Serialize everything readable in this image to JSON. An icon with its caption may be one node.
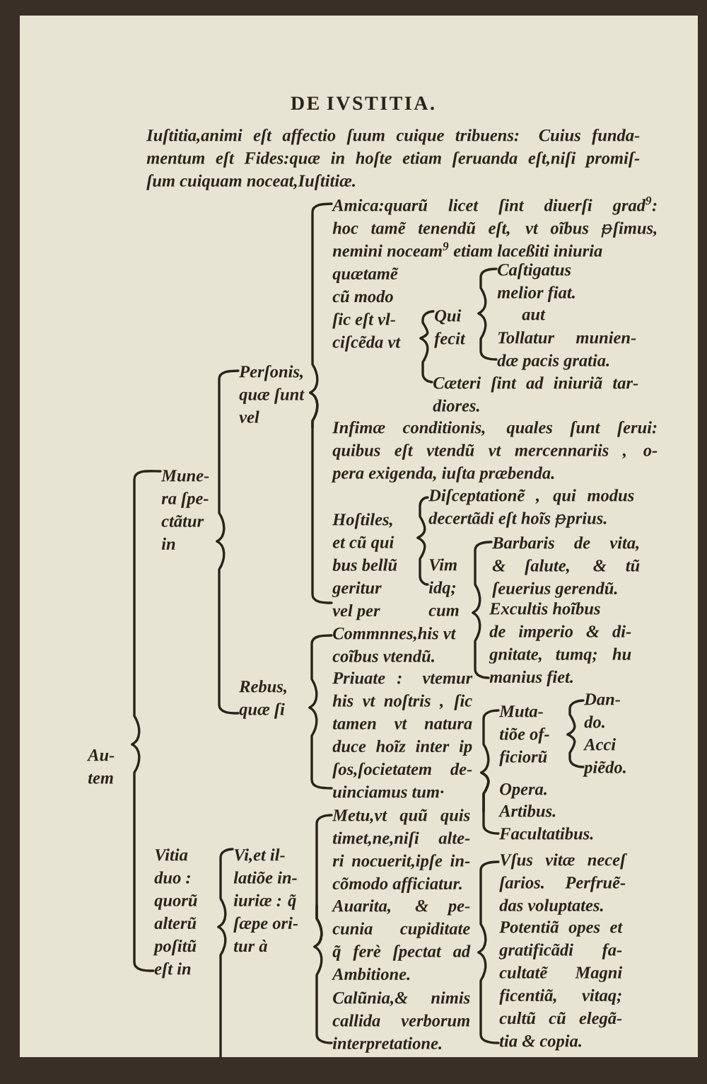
{
  "diagram": {
    "title": "DE IVSTITIA.",
    "nodes": [
      {
        "text": [
          "Au- tem"
        ]
      },
      {
        "text": [
          "Mune- ra ſpe- ctãtur in"
        ]
      },
      {
        "text": [
          "Perſonis, quæ ſunt vel"
        ]
      },
      {
        "text": [
          "Amica:quarũ licet ſint diuerſi grad$^{9}$: hoc tamẽ tenendũ eſt, vt oĩbus ᵽſimus, nemini noceam$^{9}$ etiam laceßiti iniuria",
          "quætamẽ cũ modo ſic eſt vl- ciſcẽda vt"
        ]
      },
      {
        "text": [
          "Qui fecit"
        ]
      },
      {
        "text": [
          "Caſtigatus melior fiat."
        ]
      },
      {
        "text": [
          "Tollatur munien- dæ pacis gratia."
        ]
      },
      {
        "text": [
          "Cæteri ſint ad iniuriã tar- diores."
        ]
      },
      {
        "text": [
          "Infimæ conditionis, quales ſunt ſerui: quibus eſt vtendũ vt mercennariis , o- pera exigenda, iuſta præbenda."
        ]
      },
      {
        "text": [
          "Hoſtiles, et cũ qui bus bellũ geritur vel per"
        ]
      },
      {
        "text": [
          "Diſceptationẽ , qui modus decertãdi eſt hoĩs ᵽprius."
        ]
      },
      {
        "text": [
          "Vim idq; cum"
        ]
      },
      {
        "text": [
          "Barbaris de vita, & ſalute, & tũ ſeuerius gerendũ."
        ]
      },
      {
        "text": [
          "Excultis hoĩbus de imperio & di- gnitate, tumq; hu manius fiet."
        ]
      },
      {
        "text": [
          "Rebus, quæ ſi"
        ]
      },
      {
        "text": [
          "Commnnes,his vt coĩbus vtendũ."
        ]
      },
      {
        "text": [
          "Priuate : vtemur his vt noſtris , ſic tamen vt natura duce hoĩz inter ip ſos,ſocietatem de- uinciamus tum·"
        ]
      },
      {
        "text": [
          "Muta- tiõe of- ficiorũ"
        ]
      },
      {
        "text": [
          "Dan- do."
        ]
      },
      {
        "text": [
          "Acci piẽdo."
        ]
      },
      {
        "text": [
          "Opera."
        ]
      },
      {
        "text": [
          "Artibus."
        ]
      },
      {
        "text": [
          "Facultatibus."
        ]
      },
      {
        "text": [
          "Vitia duo : quorũ alterũ poſitũ eſt in"
        ]
      },
      {
        "text": [
          "Vi,et il- latiõe in- iuriæ : q̃ ſæpe ori- tur à"
        ]
      },
      {
        "text": [
          "Metu,vt quũ quis timet,ne,niſi alte- ri nocuerit,ipſe in- cõmodo afficiatur."
        ]
      },
      {
        "text": [
          "Auarita, & pe- cunia cupiditate q̃ ferè ſpectat ad Ambitione."
        ]
      },
      {
        "text": [
          "Calũnia,& nimis callida verborum interpretatione."
        ]
      },
      {
        "text": [
          "Vſus vitæ neceſ ſarios. Perfruẽ- das voluptates."
        ]
      },
      {
        "text": [
          "Potentiã opes et gratificãdi fa- cultatẽ Magni ficentiã, vitaq; cultũ cũ elegã- tia & copia."
        ]
      }
    ],
    "edges": [
      {
        "from": 0,
        "to": 1,
        "arrow": "none"
      },
      {
        "from": 0,
        "to": 23,
        "arrow": "none"
      },
      {
        "from": 1,
        "to": 2,
        "arrow": "none"
      },
      {
        "from": 1,
        "to": 14,
        "arrow": "none"
      },
      {
        "from": 2,
        "to": 3,
        "arrow": "none"
      },
      {
        "from": 2,
        "to": 8,
        "arrow": "none"
      },
      {
        "from": 2,
        "to": 9,
        "arrow": "none"
      },
      {
        "from": 3,
        "to": 4,
        "arrow": "none"
      },
      {
        "from": 3,
        "to": 7,
        "arrow": "none"
      },
      {
        "from": 4,
        "to": 5,
        "arrow": "none"
      },
      {
        "from": 4,
        "to": 6,
        "arrow": "none"
      },
      {
        "from": 9,
        "to": 10,
        "arrow": "none"
      },
      {
        "from": 9,
        "to": 11,
        "arrow": "none"
      },
      {
        "from": 11,
        "to": 12,
        "arrow": "none"
      },
      {
        "from": 11,
        "to": 13,
        "arrow": "none"
      },
      {
        "from": 14,
        "to": 15,
        "arrow": "none"
      },
      {
        "from": 14,
        "to": 16,
        "arrow": "none"
      },
      {
        "from": 16,
        "to": 17,
        "arrow": "none"
      },
      {
        "from": 16,
        "to": 20,
        "arrow": "none"
      },
      {
        "from": 16,
        "to": 21,
        "arrow": "none"
      },
      {
        "from": 16,
        "to": 22,
        "arrow": "none"
      },
      {
        "from": 17,
        "to": 18,
        "arrow": "none"
      },
      {
        "from": 17,
        "to": 19,
        "arrow": "none"
      },
      {
        "from": 23,
        "to": 24,
        "arrow": "none"
      },
      {
        "from": 23,
        "to": null,
        "arrow": "none"
      },
      {
        "from": 24,
        "to": 25,
        "arrow": "none"
      },
      {
        "from": 24,
        "to": 26,
        "arrow": "none"
      },
      {
        "from": 24,
        "to": 27,
        "arrow": "none"
      },
      {
        "from": 26,
        "to": 28,
        "arrow": "none"
      },
      {
        "from": 26,
        "to": 29,
        "arrow": "none"
      }
    ],
    "labels": [
      "Iuſtitia,animi eſt affectio ſuum cuique tribuens: Cuius funda- mentum eſt Fides:quæ in hoſte etiam ſeruanda eſt,niſi promiſ- ſum cuiquam noceat,Iuſtitiæ.",
      "aut"
    ]
  }
}
